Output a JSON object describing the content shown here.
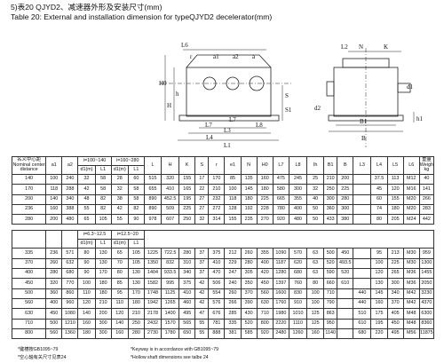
{
  "title_cn": "5)表20 QJYD2、减速器外形及安装尺寸(mm)",
  "title_en": "Table 20: External and installation dimension for typeQJYD2 decelerator(mm)",
  "drawing": {
    "labels": {
      "l6": "L6",
      "r": "r",
      "a1": "a1",
      "a2": "a2",
      "a": "a",
      "h": "h",
      "H0": "H0",
      "H": "H",
      "S": "S",
      "S1": "S1",
      "d2": "d2",
      "L7a": "L7",
      "L8": "L8",
      "L3": "L3",
      "L4": "L4",
      "L1": "L1",
      "L7b": "L7",
      "L2": "L2",
      "N": "N",
      "K": "K",
      "d1": "d1",
      "B1": "B1",
      "B": "B",
      "h1": "h1"
    }
  },
  "table": {
    "header1": [
      "名义中心距",
      "a1",
      "a2",
      "i=100~140",
      "i=160~280",
      "L",
      "H",
      "K",
      "S",
      "r",
      "e1",
      "N",
      "H0",
      "L7",
      "L8",
      "Ih",
      "B1",
      "B",
      "L3",
      "L4",
      "L5",
      "L6",
      "重量"
    ],
    "header1b": [
      "Nominal center",
      "",
      "",
      "",
      "",
      "",
      "",
      "",
      "",
      "",
      "",
      "",
      "",
      "",
      "",
      "",
      "",
      "",
      "",
      "",
      "",
      "",
      "Weight"
    ],
    "header1c": [
      "distance",
      "",
      "",
      "",
      "",
      "",
      "",
      "",
      "",
      "",
      "",
      "",
      "",
      "",
      "",
      "",
      "",
      "",
      "",
      "",
      "",
      "",
      "kg"
    ],
    "subhead1": [
      "d1(m)",
      "L1",
      "d1(m)",
      "L1"
    ],
    "subhead2": [
      "i=6.3~12.5",
      "i=12.5~20"
    ],
    "subhead2b": [
      "d1(m)",
      "L1",
      "d1(m)",
      "L1"
    ],
    "rows_a": [
      [
        "140",
        "100",
        "240",
        "32",
        "58",
        "28",
        "60",
        "515",
        "320",
        "155",
        "17",
        "170",
        "85",
        "135",
        "160",
        "475",
        "245",
        "25",
        "210",
        "200",
        "",
        "37.5",
        "113",
        "M12",
        "40"
      ],
      [
        "170",
        "118",
        "288",
        "42",
        "58",
        "32",
        "58",
        "655",
        "410",
        "165",
        "22",
        "210",
        "100",
        "145",
        "180",
        "580",
        "300",
        "32",
        "250",
        "225",
        "",
        "45",
        "120",
        "M16",
        "141"
      ],
      [
        "200",
        "140",
        "340",
        "48",
        "82",
        "38",
        "58",
        "890",
        "452.5",
        "195",
        "27",
        "232",
        "118",
        "180",
        "225",
        "665",
        "355",
        "40",
        "300",
        "280",
        "",
        "60",
        "155",
        "M20",
        "266"
      ],
      [
        "236",
        "160",
        "388",
        "55",
        "82",
        "42",
        "82",
        "890",
        "509",
        "225",
        "27",
        "272",
        "128",
        "192",
        "228",
        "780",
        "400",
        "50",
        "360",
        "300",
        "",
        "74",
        "180",
        "M20",
        "283"
      ],
      [
        "280",
        "200",
        "480",
        "65",
        "105",
        "55",
        "90",
        "978",
        "607",
        "250",
        "32",
        "314",
        "155",
        "235",
        "270",
        "920",
        "480",
        "50",
        "433",
        "380",
        "",
        "80",
        "205",
        "M24",
        "442"
      ]
    ],
    "rows_b": [
      [
        "335",
        "236",
        "571",
        "80",
        "130",
        "65",
        "105",
        "1225",
        "722.5",
        "280",
        "37",
        "375",
        "212",
        "260",
        "355",
        "1090",
        "570",
        "63",
        "500",
        "450",
        "",
        "95",
        "213",
        "M30",
        "959"
      ],
      [
        "370",
        "260",
        "632",
        "90",
        "130",
        "70",
        "105",
        "1350",
        "832",
        "310",
        "37",
        "410",
        "229",
        "280",
        "400",
        "1187",
        "620",
        "63",
        "520",
        "493.5",
        "",
        "100",
        "225",
        "M30",
        "1300"
      ],
      [
        "400",
        "280",
        "680",
        "90",
        "170",
        "80",
        "130",
        "1404",
        "933.5",
        "340",
        "37",
        "470",
        "247",
        "305",
        "420",
        "1280",
        "680",
        "63",
        "590",
        "520",
        "",
        "120",
        "265",
        "M36",
        "1455"
      ],
      [
        "450",
        "320",
        "770",
        "100",
        "180",
        "85",
        "130",
        "1582",
        "995",
        "375",
        "42",
        "506",
        "240",
        "350",
        "450",
        "1397",
        "760",
        "80",
        "660",
        "610",
        "",
        "130",
        "300",
        "M36",
        "2050"
      ],
      [
        "500",
        "360",
        "860",
        "110",
        "180",
        "95",
        "170",
        "1748",
        "1125",
        "410",
        "42",
        "554",
        "260",
        "370",
        "560",
        "1600",
        "830",
        "100",
        "710",
        "",
        "440",
        "145",
        "340",
        "M42",
        "3230"
      ],
      [
        "560",
        "400",
        "960",
        "120",
        "210",
        "110",
        "180",
        "1942",
        "1265",
        "460",
        "42",
        "576",
        "266",
        "390",
        "630",
        "1760",
        "910",
        "100",
        "790",
        "",
        "440",
        "160",
        "370",
        "M42",
        "4370"
      ],
      [
        "630",
        "450",
        "1080",
        "140",
        "200",
        "120",
        "210",
        "2178",
        "1400",
        "495",
        "47",
        "676",
        "285",
        "430",
        "710",
        "1980",
        "1010",
        "125",
        "863",
        "",
        "510",
        "175",
        "405",
        "M48",
        "6300"
      ],
      [
        "710",
        "500",
        "1210",
        "160",
        "300",
        "140",
        "250",
        "2432",
        "1570",
        "565",
        "55",
        "781",
        "335",
        "520",
        "800",
        "2220",
        "1110",
        "125",
        "950",
        "",
        "610",
        "195",
        "450",
        "M48",
        "8360"
      ],
      [
        "800",
        "560",
        "1360",
        "180",
        "300",
        "160",
        "280",
        "2730",
        "1780",
        "650",
        "55",
        "888",
        "381",
        "585",
        "920",
        "2480",
        "1260",
        "160",
        "1140",
        "",
        "680",
        "220",
        "495",
        "M56",
        "11875"
      ]
    ]
  },
  "footnotes": {
    "f1": "*键槽按GB1095~79",
    "f2": "*空心轴有关尺寸见表24",
    "f3": "*Keyway is in accordance with GB1095~79",
    "f4": "*Hollow shaft dimensions see talbe 24"
  }
}
